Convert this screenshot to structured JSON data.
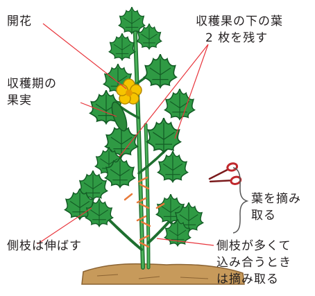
{
  "labels": {
    "flowering": "開花",
    "harvest_fruit_line1": "収穫期の",
    "harvest_fruit_line2": "果実",
    "leaves_below_line1": "収穫果の下の葉",
    "leaves_below_line2": "2 枚を残す",
    "pick_leaves_line1": "葉を摘み",
    "pick_leaves_line2": "取る",
    "side_branch_grow": "側枝は伸ばす",
    "side_branch_crowded_line1": "側枝が多くて",
    "side_branch_crowded_line2": "込み合うとき",
    "side_branch_crowded_line3": "は摘み取る"
  },
  "colors": {
    "leader_line": "#e8343b",
    "leaf_dark": "#1e7d34",
    "leaf_light": "#3aa84a",
    "stem": "#2e8b3c",
    "flower": "#f6c400",
    "soil": "#c79a5b",
    "cut_mark": "#e87a3a",
    "scissors": "#c0282c"
  }
}
